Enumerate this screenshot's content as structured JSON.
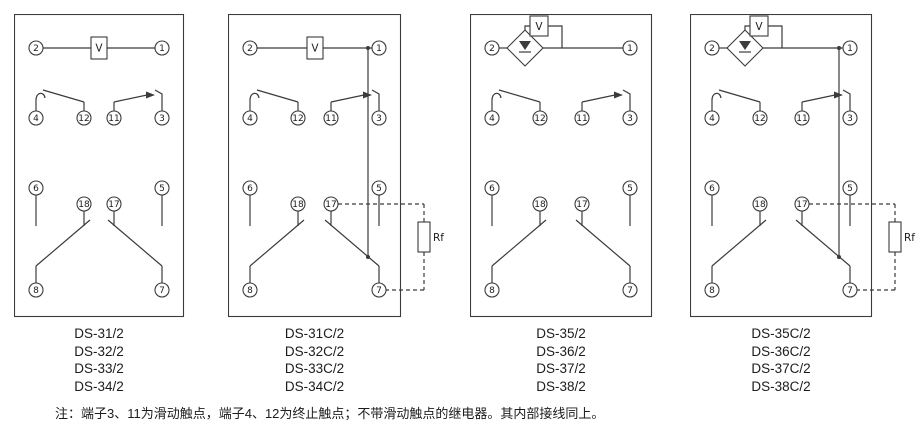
{
  "figure": {
    "note": "注：端子3、11为滑动触点，端子4、12为终止触点；不带滑动触点的继电器。其内部接线同上。"
  },
  "labels": {
    "v_element": "V",
    "rf_resistor": "Rf"
  },
  "terminal_numbers": [
    "2",
    "1",
    "4",
    "12",
    "11",
    "3",
    "6",
    "18",
    "17",
    "5",
    "8",
    "7"
  ],
  "panels": [
    {
      "models": [
        "DS-31/2",
        "DS-32/2",
        "DS-33/2",
        "DS-34/2"
      ],
      "has_bridge": false,
      "has_rf": false
    },
    {
      "models": [
        "DS-31C/2",
        "DS-32C/2",
        "DS-33C/2",
        "DS-34C/2"
      ],
      "has_bridge": false,
      "has_rf": true
    },
    {
      "models": [
        "DS-35/2",
        "DS-36/2",
        "DS-37/2",
        "DS-38/2"
      ],
      "has_bridge": true,
      "has_rf": false
    },
    {
      "models": [
        "DS-35C/2",
        "DS-36C/2",
        "DS-37C/2",
        "DS-38C/2"
      ],
      "has_bridge": true,
      "has_rf": true
    }
  ],
  "colors": {
    "line": "#3b3b3b",
    "text": "#1c1c1c",
    "background": "#ffffff"
  }
}
